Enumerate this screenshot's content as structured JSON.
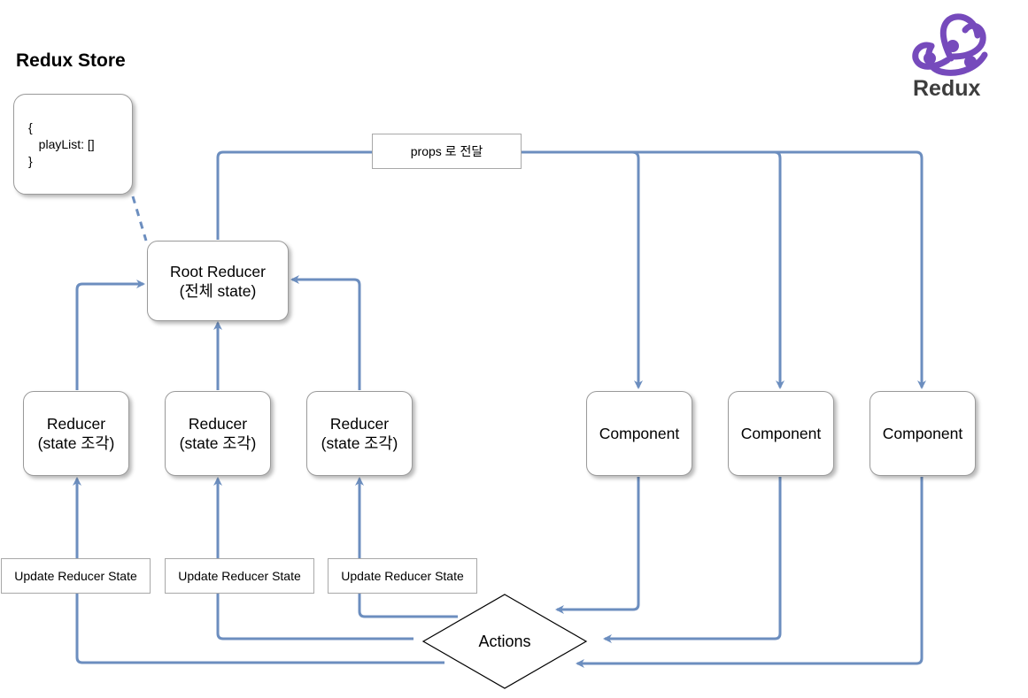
{
  "title": "Redux Store",
  "logo": {
    "text": "Redux",
    "color": "#764abc",
    "icon": "redux-logo-icon"
  },
  "store_state": {
    "lines": [
      "{",
      "   playList: []",
      "}"
    ]
  },
  "root_reducer": {
    "line1": "Root Reducer",
    "line2": "(전체 state)"
  },
  "reducers": [
    {
      "line1": "Reducer",
      "line2": "(state 조각)"
    },
    {
      "line1": "Reducer",
      "line2": "(state 조각)"
    },
    {
      "line1": "Reducer",
      "line2": "(state 조각)"
    }
  ],
  "components": [
    {
      "label": "Component"
    },
    {
      "label": "Component"
    },
    {
      "label": "Component"
    }
  ],
  "props_label": "props 로 전달",
  "update_labels": [
    "Update Reducer State",
    "Update Reducer State",
    "Update Reducer State"
  ],
  "actions_label": "Actions",
  "colors": {
    "edge": "#6c8ebf",
    "border": "#9a9a9a"
  }
}
